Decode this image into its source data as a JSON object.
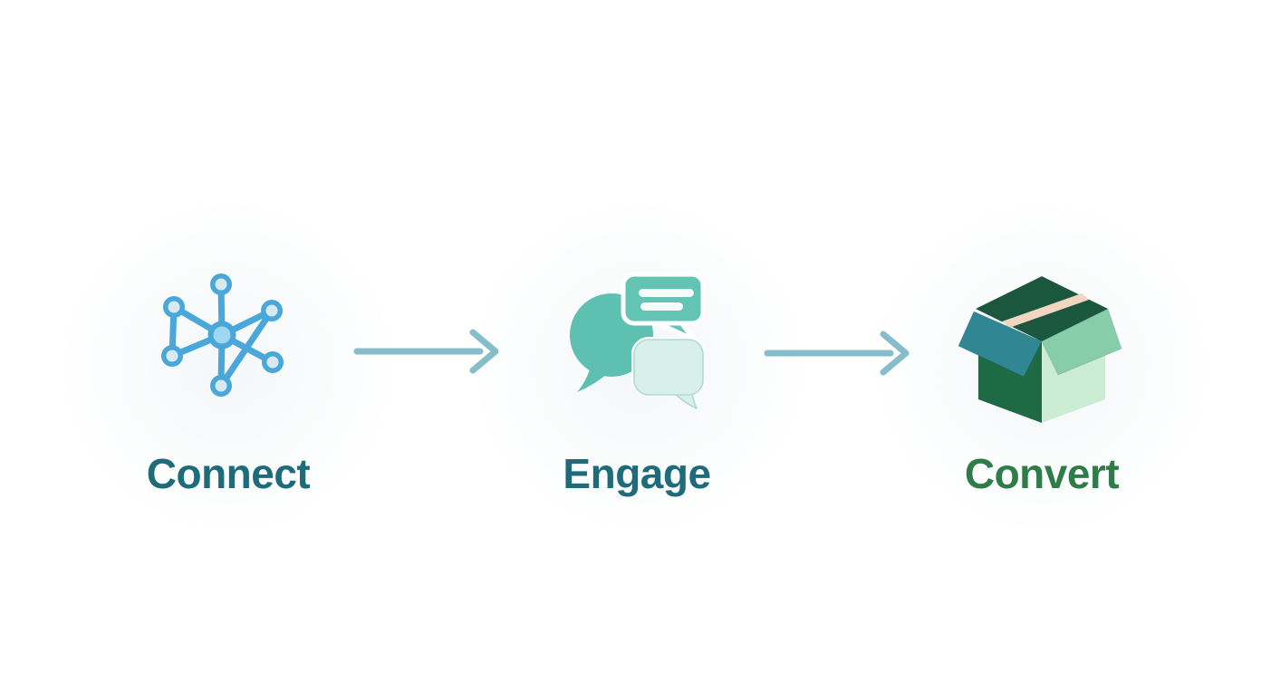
{
  "diagram": {
    "name": "connect-engage-convert-flow",
    "steps": [
      {
        "id": "connect",
        "label": "Connect",
        "icon": "network-nodes-icon"
      },
      {
        "id": "engage",
        "label": "Engage",
        "icon": "chat-bubbles-icon"
      },
      {
        "id": "convert",
        "label": "Convert",
        "icon": "open-box-icon"
      }
    ],
    "connectors": [
      {
        "type": "arrow-right",
        "from": "Connect",
        "to": "Engage"
      },
      {
        "type": "arrow-right",
        "from": "Engage",
        "to": "Convert"
      }
    ]
  },
  "colors": {
    "bg": "#ffffff",
    "arrow": "#85bdca",
    "teal-label": "#1e6b7a",
    "green-label": "#2e7d49",
    "net-blue": "#49a7d9",
    "net-node-fill": "#d7eaf4",
    "net-center-fill": "#9ed7ef",
    "chat-teal": "#5ec0b0",
    "chat-teal-2": "#63c4b4",
    "chat-light": "#d9efe9",
    "chat-light-border": "#aedbd1",
    "chat-stripe": "#f5fbf9",
    "box-top": "#1b573f",
    "box-left": "#1e6a45",
    "box-right": "#cdecd4",
    "box-flap-left": "#318693",
    "box-flap-right": "#87cda9",
    "box-tape": "#f2d6bf"
  }
}
